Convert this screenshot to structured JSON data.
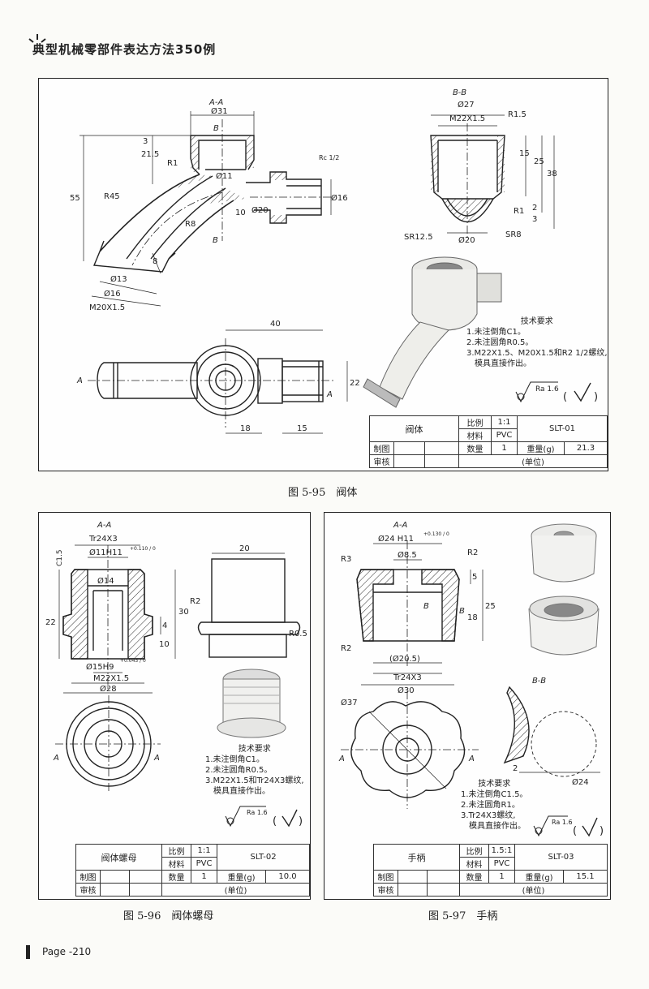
{
  "book_title": "典型机械零部件表达方法350例",
  "page_label": "Page -210",
  "fig95": {
    "caption": "图 5-95　阀体",
    "sec_aa": "A-A",
    "sec_bb": "B-B",
    "dims": {
      "d31": "Ø31",
      "b_top": "B",
      "d215": "21.5",
      "d3": "3",
      "r1": "R1",
      "d11": "Ø11",
      "rc": "Rc 1/2",
      "d55": "55",
      "r45": "R45",
      "d16": "Ø16",
      "d10": "10",
      "d20": "Ø20",
      "r8": "R8",
      "b_bot": "B",
      "d8": "8",
      "d13": "Ø13",
      "d16b": "Ø16",
      "m20": "M20X1.5",
      "d27": "Ø27",
      "m22": "M22X1.5",
      "r15": "R1.5",
      "d15": "15",
      "d25": "25",
      "d38": "38",
      "r1b": "R1",
      "d2": "2",
      "d3b": "3",
      "sr125": "SR12.5",
      "d20b": "Ø20",
      "sr8": "SR8",
      "d40": "40",
      "a_l": "A",
      "a_r": "A",
      "d22": "22",
      "d18": "18",
      "d15b": "15"
    },
    "notes": [
      "技术要求",
      "1.未注倒角C1。",
      "2.未注圆角R0.5。",
      "3.M22X1.5、M20X1.5和R2 1/2螺纹,",
      "　模具直接作出。"
    ],
    "rough_val": "Ra 1.6",
    "title_block": {
      "name": "阀体",
      "scale_label": "比例",
      "scale": "1:1",
      "mat_label": "材料",
      "mat": "PVC",
      "code": "SLT-01",
      "draw": "制图",
      "check": "审核",
      "qty_label": "数量",
      "qty": "1",
      "wt_label": "重量(g)",
      "wt": "21.3",
      "unit": "(单位)"
    }
  },
  "fig96": {
    "caption": "图 5-96　阀体螺母",
    "sec": "A-A",
    "dims": {
      "tr": "Tr24X3",
      "d11": "Ø11H11",
      "tol11": "+0.110 / 0",
      "c15": "C1.5",
      "d14": "Ø14",
      "d22": "22",
      "d30": "30",
      "d4": "4",
      "d10": "10",
      "d15": "Ø15H9",
      "tol15": "+0.043 / 0",
      "m22": "M22X1.5",
      "d28": "Ø28",
      "d20": "20",
      "r2": "R2",
      "r05": "R0.5",
      "a1": "A",
      "a2": "A"
    },
    "notes": [
      "技术要求",
      "1.未注倒角C1。",
      "2.未注圆角R0.5。",
      "3.M22X1.5和Tr24X3螺纹,",
      "　模具直接作出。"
    ],
    "rough_val": "Ra 1.6",
    "title_block": {
      "name": "阀体螺母",
      "scale_label": "比例",
      "scale": "1:1",
      "mat_label": "材料",
      "mat": "PVC",
      "code": "SLT-02",
      "draw": "制图",
      "check": "审核",
      "qty_label": "数量",
      "qty": "1",
      "wt_label": "重量(g)",
      "wt": "10.0",
      "unit": "(单位)"
    }
  },
  "fig97": {
    "caption": "图 5-97　手柄",
    "sec": "A-A",
    "sec_bb": "B-B",
    "dims": {
      "d24h": "Ø24 H11",
      "tol24": "+0.130 / 0",
      "r3": "R3",
      "d85": "Ø8.5",
      "r2": "R2",
      "d5": "5",
      "d25": "25",
      "d18": "18",
      "b1": "B",
      "b2": "B",
      "r2b": "R2",
      "d205": "(Ø20.5)",
      "tr": "Tr24X3",
      "d30": "Ø30",
      "d37": "Ø37",
      "a1": "A",
      "a2": "A",
      "d2": "2",
      "d24": "Ø24"
    },
    "notes": [
      "技术要求",
      "1.未注倒角C1.5。",
      "2.未注圆角R1。",
      "3.Tr24X3螺纹,",
      "　模具直接作出。"
    ],
    "rough_val": "Ra 1.6",
    "title_block": {
      "name": "手柄",
      "scale_label": "比例",
      "scale": "1.5:1",
      "mat_label": "材料",
      "mat": "PVC",
      "code": "SLT-03",
      "draw": "制图",
      "check": "审核",
      "qty_label": "数量",
      "qty": "1",
      "wt_label": "重量(g)",
      "wt": "15.1",
      "unit": "(单位)"
    }
  }
}
